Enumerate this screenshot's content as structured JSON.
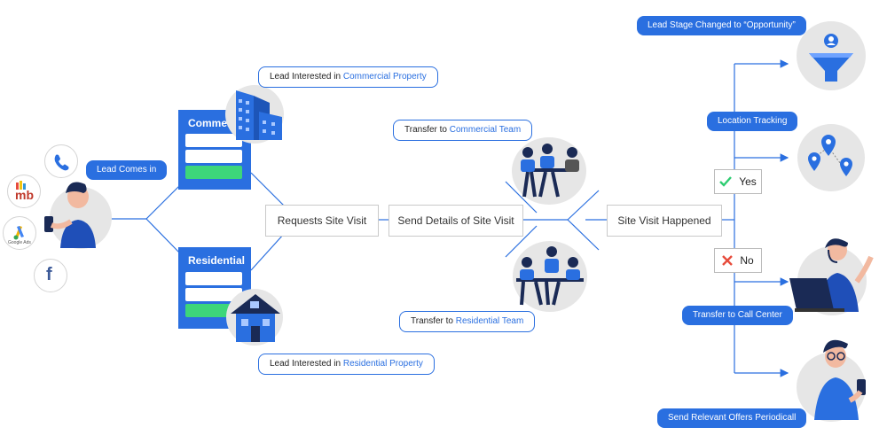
{
  "lead": {
    "pill": "Lead Comes in",
    "sources": [
      {
        "name": "phone"
      },
      {
        "name": "magicbricks",
        "logo": "mb"
      },
      {
        "name": "google-ads",
        "caption": "Google Ads"
      },
      {
        "name": "facebook",
        "logo": "f"
      }
    ]
  },
  "forms": {
    "commercial_title": "Commercial",
    "residential_title": "Residential"
  },
  "callouts": {
    "commercial_interest": {
      "prefix": "Lead Interested in ",
      "highlight": "Commercial Property"
    },
    "residential_interest": {
      "prefix": "Lead Interested in ",
      "highlight": "Residential Property"
    },
    "transfer_commercial": {
      "prefix": "Transfer to ",
      "highlight": "Commercial Team"
    },
    "transfer_residential": {
      "prefix": "Transfer to ",
      "highlight": "Residential Team"
    }
  },
  "steps": {
    "requests_site_visit": "Requests Site Visit",
    "send_details": "Send Details of Site Visit",
    "site_visit_happened": "Site Visit Happened"
  },
  "decisions": {
    "yes": "Yes",
    "no": "No"
  },
  "outcomes": {
    "stage_changed": "Lead Stage Changed to “Opportunity”",
    "location_tracking": "Location Tracking",
    "transfer_call_center": "Transfer to Call Center",
    "send_offers": "Send Relevant Offers Periodicall"
  },
  "colors": {
    "accent": "#2a6fe0",
    "line": "#2a6fe0",
    "success": "#3dd67a",
    "yes_mark": "#2ecc71",
    "no_mark": "#e74c3c"
  }
}
